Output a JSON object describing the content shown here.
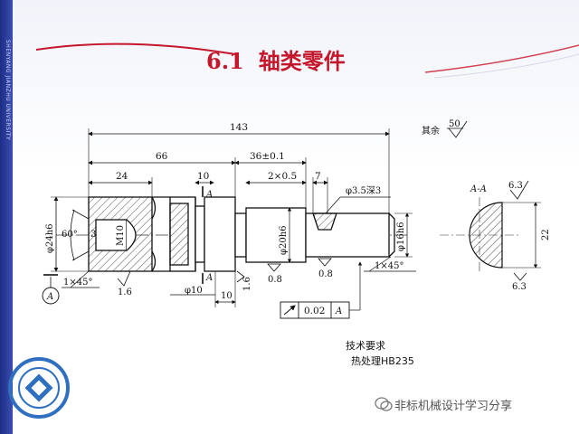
{
  "slide": {
    "section_number": "6.1",
    "section_title": "轴类零件",
    "sidebar_text": "SHENYANG JIANZHU UNIVERSITY"
  },
  "drawing": {
    "dims": {
      "overall": "143",
      "d66": "66",
      "d36": "36±0.1",
      "d24": "24",
      "d10_top": "10",
      "d2x05": "2×0.5",
      "d7": "7",
      "hole": "φ3.5深3",
      "phi24": "φ24h6",
      "angle60": "60°",
      "d3": "3",
      "m10": "M10",
      "phi20": "φ20h6",
      "phi16": "φ16h6",
      "phi10": "φ10",
      "d10_bottom": "10",
      "ch_left": "1×45°",
      "ch_right": "1×45°",
      "d22": "22"
    },
    "roughness": {
      "rest_label": "其余",
      "rest_value": "50",
      "left": "1.6",
      "mid": "1.6",
      "r08a": "0.8",
      "r08b": "0.8",
      "sec_top": "6.3",
      "sec_bottom": "6.3"
    },
    "labels": {
      "datum": "A",
      "cut_top": "A",
      "cut_bottom": "A",
      "section": "A-A"
    },
    "tolerance": {
      "value": "0.02",
      "datum": "A"
    }
  },
  "notes": {
    "title": "技术要求",
    "line1": "热处理HB235"
  },
  "watermark": {
    "text": "非标机械设计学习分享"
  },
  "colors": {
    "title": "#c5172b",
    "sidebar": "#2a3c9a",
    "emblem": "#2f6fc0"
  }
}
